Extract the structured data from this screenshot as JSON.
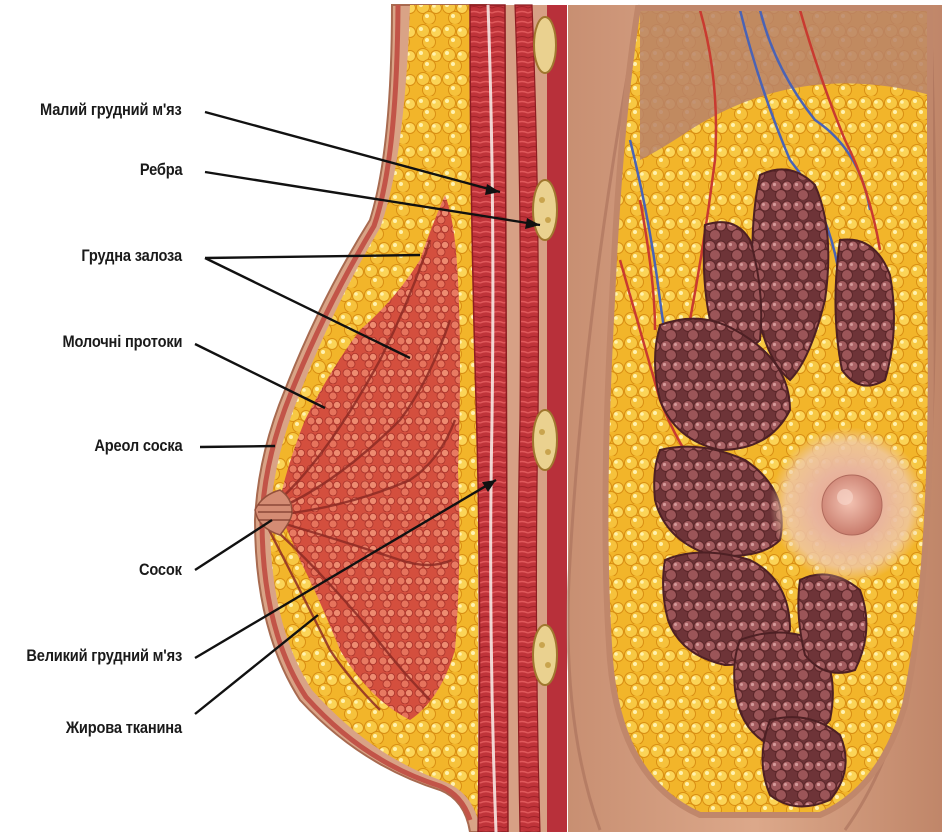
{
  "labels": {
    "pectoralis_minor": "Малий грудний м'яз",
    "ribs": "Ребра",
    "mammary_gland": "Грудна залоза",
    "milk_ducts": "Молочні протоки",
    "areola": "Ареол соска",
    "nipple": "Сосок",
    "pectoralis_major": "Великий грудний м'яз",
    "fat_tissue": "Жирова тканина"
  },
  "colors": {
    "skin": "#d9a184",
    "skin_shadow": "#b27a5e",
    "fat": "#f3b82c",
    "fat_highlight": "#fde27a",
    "muscle": "#c5363b",
    "gland": "#e0684c",
    "lobule": "#8f4a4e",
    "vein": "#4a63b5",
    "artery": "#c93a30",
    "rib": "#e9cf8c",
    "leader_line": "#111111"
  }
}
